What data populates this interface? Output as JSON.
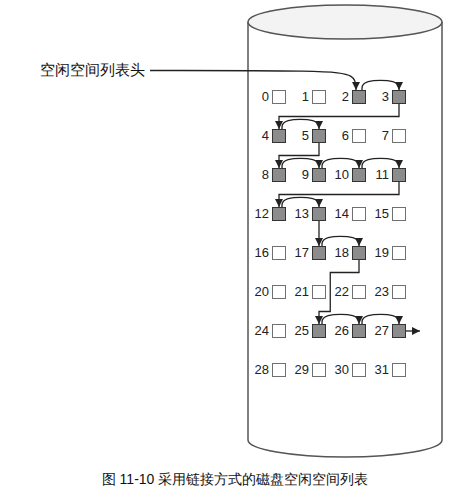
{
  "diagram": {
    "caption": "图 11-10 采用链接方式的磁盘空闲空间列表",
    "nodes": [
      {
        "text": [
          "0"
        ]
      },
      {
        "text": [
          "1"
        ]
      },
      {
        "text": [
          "2"
        ]
      },
      {
        "text": [
          "3"
        ]
      },
      {
        "text": [
          "4"
        ]
      },
      {
        "text": [
          "5"
        ]
      },
      {
        "text": [
          "6"
        ]
      },
      {
        "text": [
          "7"
        ]
      },
      {
        "text": [
          "8"
        ]
      },
      {
        "text": [
          "9"
        ]
      },
      {
        "text": [
          "10"
        ]
      },
      {
        "text": [
          "11"
        ]
      },
      {
        "text": [
          "12"
        ]
      },
      {
        "text": [
          "13"
        ]
      },
      {
        "text": [
          "14"
        ]
      },
      {
        "text": [
          "15"
        ]
      },
      {
        "text": [
          "16"
        ]
      },
      {
        "text": [
          "17"
        ]
      },
      {
        "text": [
          "18"
        ]
      },
      {
        "text": [
          "19"
        ]
      },
      {
        "text": [
          "20"
        ]
      },
      {
        "text": [
          "21"
        ]
      },
      {
        "text": [
          "22"
        ]
      },
      {
        "text": [
          "23"
        ]
      },
      {
        "text": [
          "24"
        ]
      },
      {
        "text": [
          "25"
        ]
      },
      {
        "text": [
          "26"
        ]
      },
      {
        "text": [
          "27"
        ]
      },
      {
        "text": [
          "28"
        ]
      },
      {
        "text": [
          "29"
        ]
      },
      {
        "text": [
          "30"
        ]
      },
      {
        "text": [
          "31"
        ]
      }
    ],
    "edges": [
      {
        "from": 2,
        "to": 3,
        "arrow": "to"
      },
      {
        "from": 3,
        "to": 4,
        "arrow": "to"
      },
      {
        "from": 4,
        "to": 5,
        "arrow": "to"
      },
      {
        "from": 5,
        "to": 8,
        "arrow": "to"
      },
      {
        "from": 8,
        "to": 9,
        "arrow": "to"
      },
      {
        "from": 9,
        "to": 10,
        "arrow": "to"
      },
      {
        "from": 10,
        "to": 11,
        "arrow": "to"
      },
      {
        "from": 11,
        "to": 12,
        "arrow": "to"
      },
      {
        "from": 12,
        "to": 13,
        "arrow": "to"
      },
      {
        "from": 13,
        "to": 17,
        "arrow": "to"
      },
      {
        "from": 17,
        "to": 18,
        "arrow": "to"
      },
      {
        "from": 18,
        "to": 25,
        "arrow": "to"
      },
      {
        "from": 25,
        "to": 26,
        "arrow": "to"
      },
      {
        "from": 26,
        "to": 27,
        "arrow": "to"
      }
    ],
    "labels": [
      "空闲空间列表头"
    ]
  }
}
